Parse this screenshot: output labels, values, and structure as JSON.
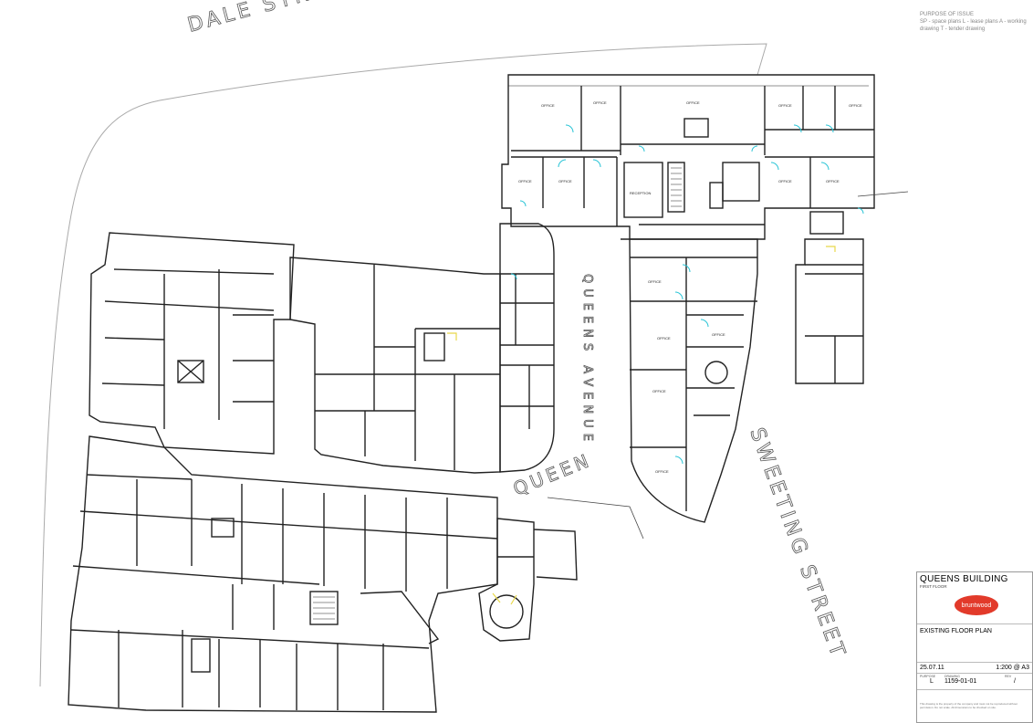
{
  "streets": {
    "dale": "DALE STRE",
    "queen": "QUEEN",
    "queens_avenue": "QUEENS AVENUE",
    "sweeting": "SWEETING STREET"
  },
  "room_labels": [
    "OFFICE",
    "OFFICE",
    "OFFICE",
    "OFFICE",
    "OFFICE",
    "OFFICE",
    "OFFICE",
    "OFFICE",
    "OFFICE",
    "OFFICE",
    "OFFICE",
    "OFFICE",
    "OFFICE",
    "OFFICE",
    "RECEPTION"
  ],
  "purpose_of_issue": {
    "title": "PURPOSE OF ISSUE",
    "text": "SP - space plans  L - lease plans  A - working drawing  T - tender drawing"
  },
  "title_block": {
    "building": "QUEENS BUILDING",
    "floor": "FIRST FLOOR",
    "logo": "bruntwood",
    "plan_title": "EXISTING FLOOR PLAN",
    "date": "25.07.11",
    "scale": "1:200 @ A3",
    "purpose_label": "PURPOSE",
    "purpose_value": "L",
    "drawing_label": "DRAWING",
    "drawing_value": "1159-01-01",
    "rev_label": "REV",
    "rev_value": "/",
    "fine_print": "This drawing is the property of the company and must not be reproduced without permission. Do not scale. All dimensions to be checked on site."
  },
  "colors": {
    "wall": "#222222",
    "door_swing": "#29c4d6",
    "stair_highlight": "#e8d84a",
    "logo": "#e23a2a"
  }
}
